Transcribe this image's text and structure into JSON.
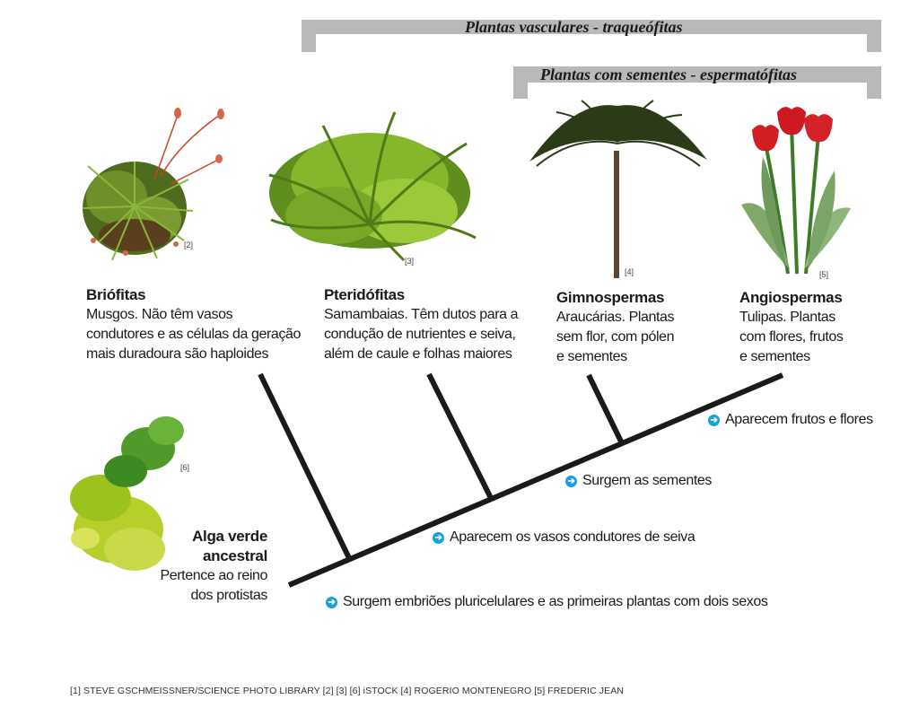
{
  "brackets": {
    "vascular": "Plantas vasculares - traqueófitas",
    "seeds": "Plantas com sementes - espermatófitas"
  },
  "groups": {
    "briofitas": {
      "title": "Briófitas",
      "desc": [
        "Musgos. Não têm vasos",
        "condutores e as células da geração",
        "mais duradoura são haploides"
      ],
      "ref": "[2]"
    },
    "pteridofitas": {
      "title": "Pteridófitas",
      "desc": [
        "Samambaias. Têm dutos para a",
        "condução de nutrientes e seiva,",
        "além de caule e folhas maiores"
      ],
      "ref": "[3]"
    },
    "gimnospermas": {
      "title": "Gimnospermas",
      "desc": [
        "Araucárias. Plantas",
        "sem flor, com pólen",
        "e sementes"
      ],
      "ref": "[4]"
    },
    "angiospermas": {
      "title": "Angiospermas",
      "desc": [
        "Tulipas. Plantas",
        "com flores, frutos",
        "e sementes"
      ],
      "ref": "[5]"
    },
    "alga": {
      "title": [
        "Alga verde",
        "ancestral"
      ],
      "desc": [
        "Pertence ao reino",
        "dos protistas"
      ],
      "ref": "[6]"
    }
  },
  "steps": {
    "embrioes": "Surgem embriões pluricelulares e as primeiras plantas com dois sexos",
    "vasos": "Aparecem os vasos condutores de seiva",
    "sementes": "Surgem as sementes",
    "frutos": "Aparecem frutos e flores"
  },
  "credits": "[1] STEVE GSCHMEISSNER/SCIENCE PHOTO LIBRARY  [2] [3] [6] iSTOCK  [4] ROGERIO MONTENEGRO  [5] FREDERIC JEAN",
  "colors": {
    "bracket": "#b9b9b9",
    "tree": "#1a1a1a",
    "arrow": "#1aa0d8"
  }
}
